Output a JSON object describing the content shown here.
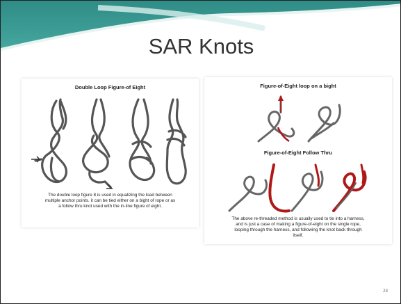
{
  "slide": {
    "title": "SAR Knots",
    "page_number": "24",
    "colors": {
      "header_teal": "#3c9c95",
      "header_dark": "#2b7d78",
      "accent_red": "#b01818",
      "rope_gray": "#777777"
    }
  },
  "left_figure": {
    "title": "Double Loop Figure-of Eight",
    "caption_lines": [
      "The double loop figure 8 is used in equalizing the load between",
      "multiple anchor points. it can be tied either on a bight of rope or as",
      "a follow thru knot used with the in-line figure of eight."
    ]
  },
  "right_figure": {
    "title_top": "Figure-of-Eight loop on a bight",
    "title_bottom": "Figure-of-Eight Follow Thru",
    "caption_lines": [
      "The above re-threaded method is usually used to tie into a harness,",
      "and is just a case of making a figure-of-eight on the single rope,",
      "looping through the harness, and following the knot back through",
      "itself."
    ]
  }
}
